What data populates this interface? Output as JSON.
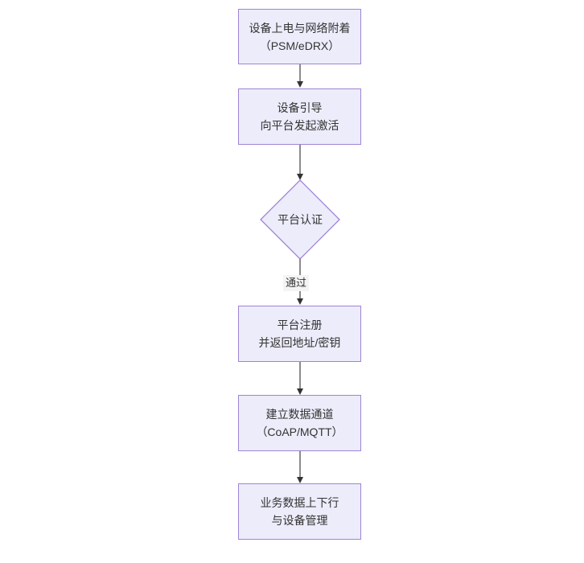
{
  "diagram": {
    "type": "flowchart",
    "orientation": "top-to-bottom",
    "background_color": "#ffffff",
    "node_fill_color": "#ececfb",
    "node_border_color": "#9f84d6",
    "text_color": "#333333",
    "connector_color": "#4d4d4d",
    "nodes": [
      {
        "id": "power-on",
        "shape": "rectangle",
        "line1": "设备上电与网络附着",
        "line2": "（PSM/eDRX）"
      },
      {
        "id": "bootstrap",
        "shape": "rectangle",
        "line1": "设备引导",
        "line2": "向平台发起激活"
      },
      {
        "id": "auth",
        "shape": "diamond",
        "line1": "平台认证",
        "line2": ""
      },
      {
        "id": "register",
        "shape": "rectangle",
        "line1": "平台注册",
        "line2": "并返回地址/密钥"
      },
      {
        "id": "channel",
        "shape": "rectangle",
        "line1": "建立数据通道",
        "line2": "（CoAP/MQTT）"
      },
      {
        "id": "business",
        "shape": "rectangle",
        "line1": "业务数据上下行",
        "line2": "与设备管理"
      }
    ],
    "edges": [
      {
        "id": "e1",
        "from": "power-on",
        "to": "bootstrap",
        "label": ""
      },
      {
        "id": "e2",
        "from": "bootstrap",
        "to": "auth",
        "label": ""
      },
      {
        "id": "e3",
        "from": "auth",
        "to": "register",
        "label": "通过"
      },
      {
        "id": "e4",
        "from": "register",
        "to": "channel",
        "label": ""
      },
      {
        "id": "e5",
        "from": "channel",
        "to": "business",
        "label": ""
      }
    ]
  }
}
